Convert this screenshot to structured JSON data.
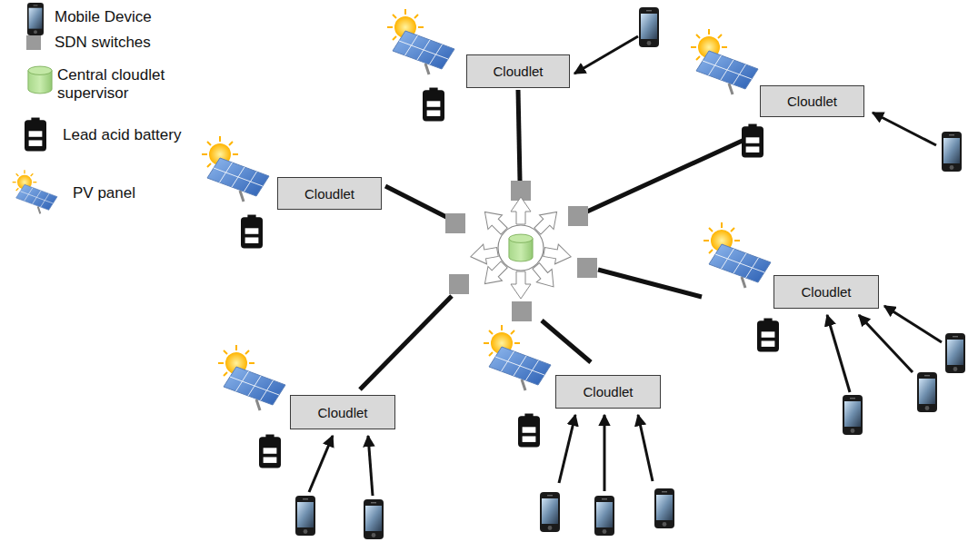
{
  "diagram": {
    "nodes": [
      {
        "text": [
          "Cloudlet"
        ]
      },
      {
        "text": [
          "Cloudlet"
        ]
      },
      {
        "text": [
          "Cloudlet"
        ]
      },
      {
        "text": [
          "Cloudlet"
        ]
      },
      {
        "text": [
          "Cloudlet"
        ]
      },
      {
        "text": [
          "Cloudlet"
        ]
      }
    ],
    "legend": [
      {
        "text": "Mobile Device"
      },
      {
        "text": "SDN switches",
        "color": "#9a9a9a"
      },
      {
        "text": "Central cloudlet supervisor"
      },
      {
        "text": "Lead acid battery"
      },
      {
        "text": "PV panel"
      }
    ]
  }
}
